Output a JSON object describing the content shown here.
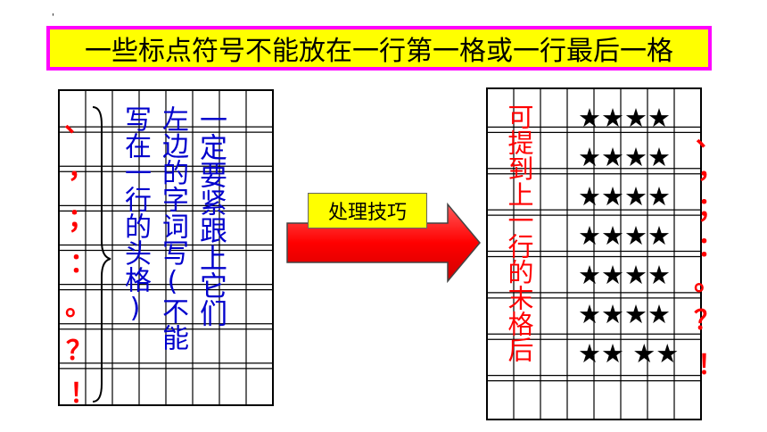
{
  "title": "一些标点符号不能放在一行第一格或一行最后一格",
  "left_panel": {
    "punctuation": [
      "、",
      "，",
      "；",
      "：",
      "。",
      "？",
      "！"
    ],
    "column1": "一定要紧跟上它们",
    "column2": "左边的字词写(不能",
    "column3": "写在一行的头格)"
  },
  "arrow_label": "处理技巧",
  "right_panel": {
    "column_text": "可提到上一行的末格后",
    "punctuation": [
      "、",
      "，",
      "；",
      "：",
      "。",
      "？",
      "！"
    ],
    "star_rows": [
      "★★★★",
      "★★★★",
      "★★★★",
      "★★★★",
      "★★★★",
      "★★★★",
      "★★ ★★"
    ]
  },
  "colors": {
    "title_bg": "#ffff00",
    "title_border": "#ff00ff",
    "blue_text": "#0000cc",
    "red_text": "#ff0000",
    "arrow": "#ff0000"
  }
}
